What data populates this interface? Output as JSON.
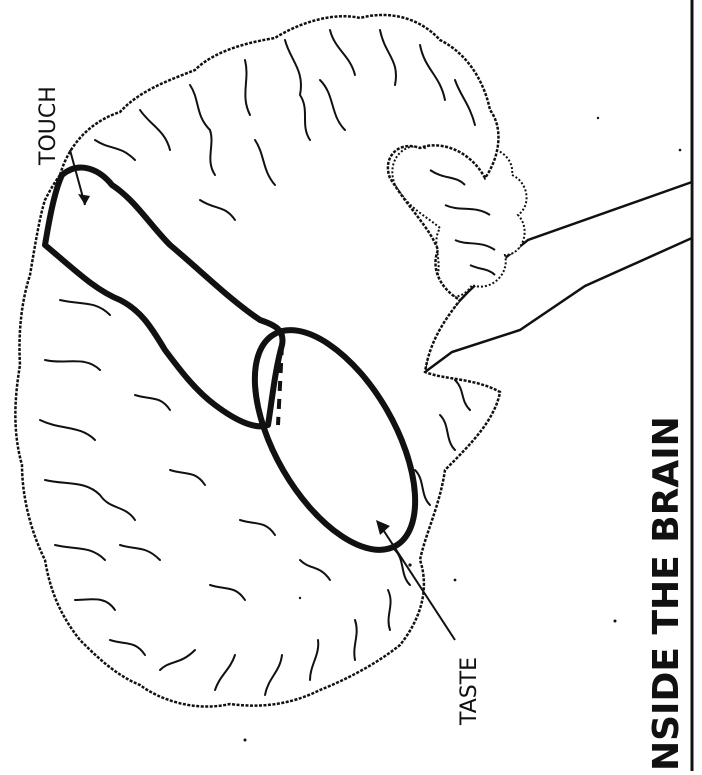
{
  "labels": {
    "touch": "TOUCH",
    "taste": "TASTE"
  },
  "title": "NSIDE THE BRAIN",
  "colors": {
    "ink": "#111111",
    "paper": "#ffffff"
  }
}
